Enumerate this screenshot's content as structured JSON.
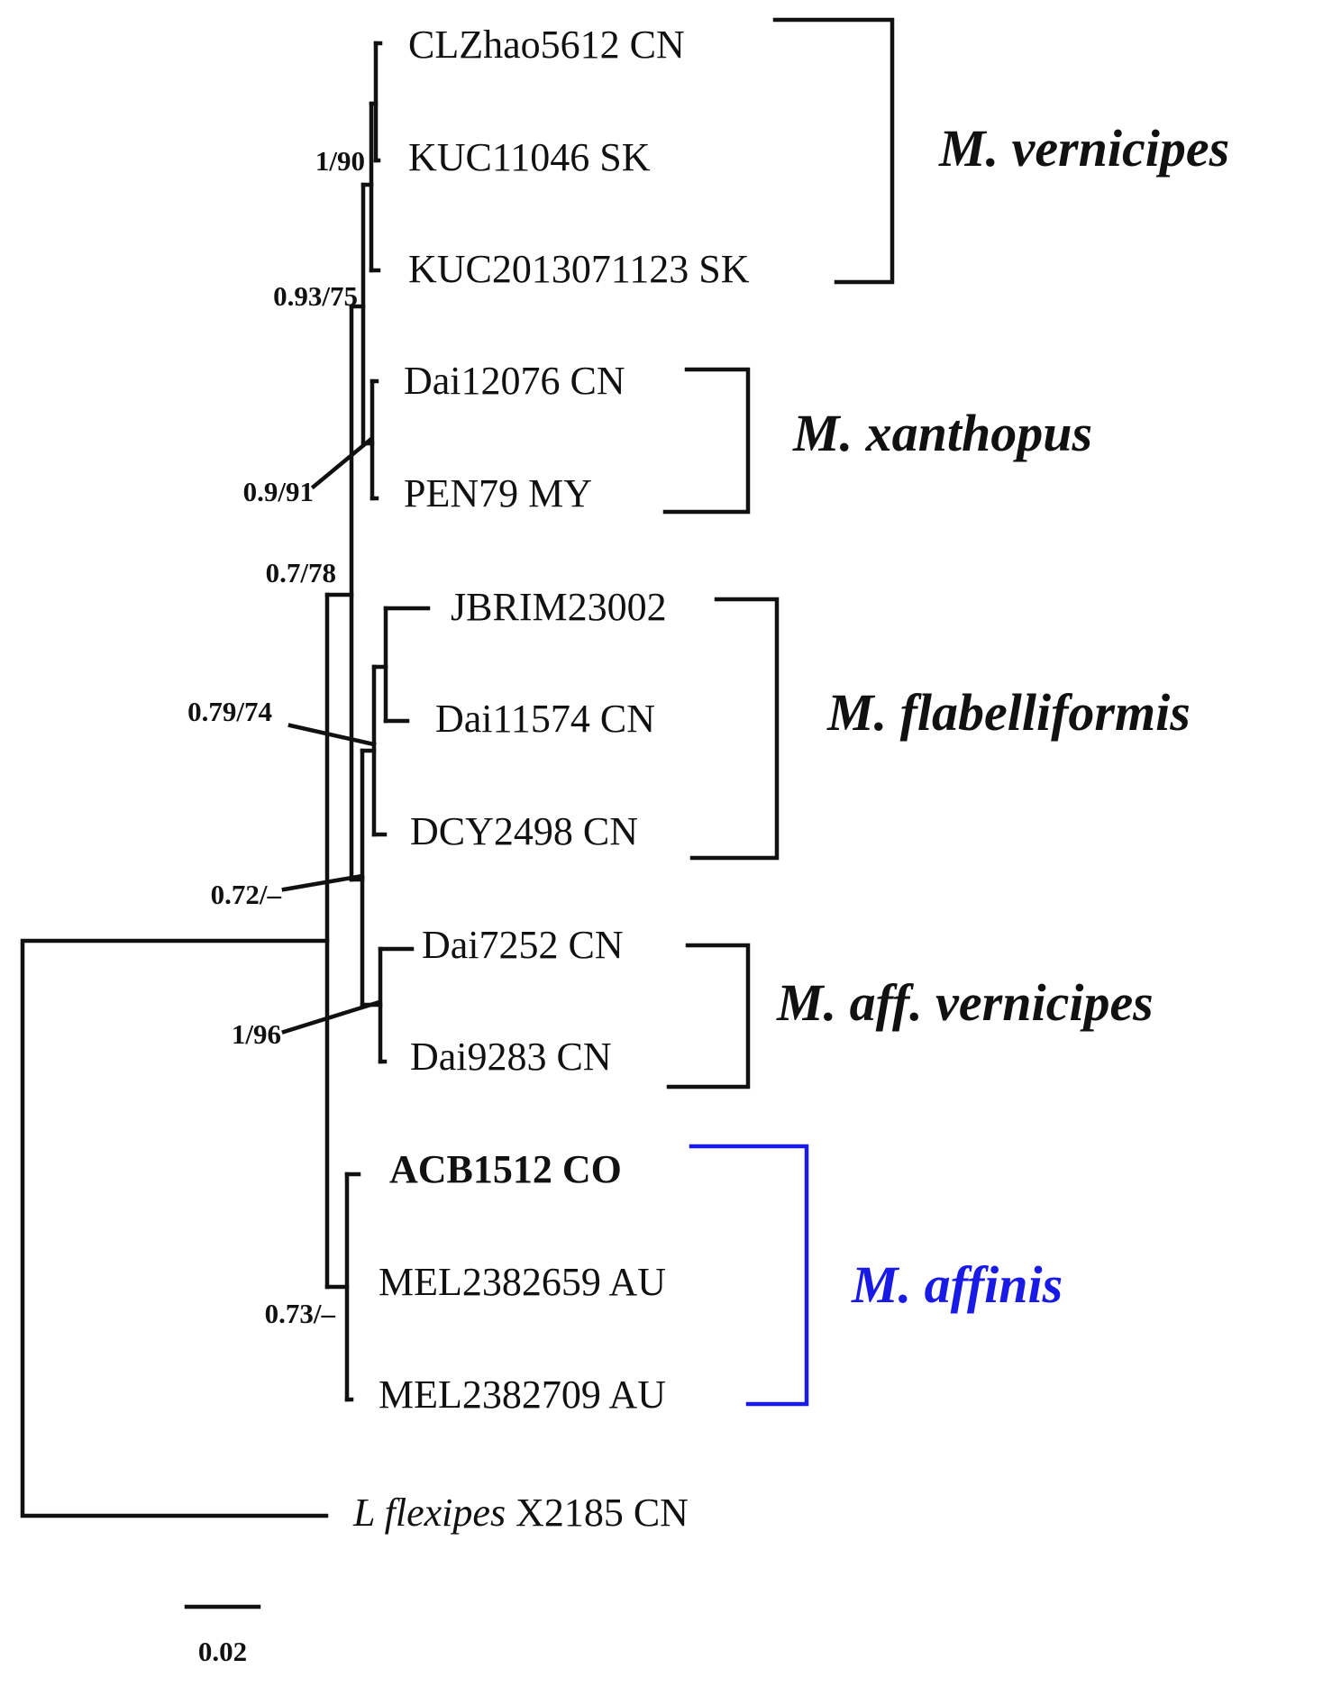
{
  "colors": {
    "branch": "#111111",
    "highlight": "#1a1ae6"
  },
  "taxa": {
    "clzhao5612": "CLZhao5612 CN",
    "kuc11046": "KUC11046 SK",
    "kuc2013071123": "KUC2013071123 SK",
    "dai12076": "Dai12076 CN",
    "pen79": "PEN79 MY",
    "jbrim23002": "JBRIM23002",
    "dai11574": "Dai11574 CN",
    "dcy2498": "DCY2498 CN",
    "dai7252": "Dai7252 CN",
    "dai9283": "Dai9283 CN",
    "acb1512": "ACB1512 CO",
    "mel2382659": "MEL2382659 AU",
    "mel2382709": "MEL2382709 AU",
    "outgroup_genus": "L flexipes",
    "outgroup_code": " X2185 CN"
  },
  "support": {
    "vernicipes": "1/90",
    "vernicipes_xanthopus": "0.93/75",
    "xanthopus": "0.9/91",
    "upper_group": "0.7/78",
    "flabelliformis": "0.79/74",
    "flab_aff": "0.72/–",
    "aff_vernicipes": "1/96",
    "affinis": "0.73/–"
  },
  "clades": {
    "vernicipes": "M. vernicipes",
    "xanthopus": "M. xanthopus",
    "flabelliformis": "M. flabelliformis",
    "aff_vernicipes": "M. aff. vernicipes",
    "affinis": "M. affinis"
  },
  "scale_bar": {
    "label": "0.02"
  }
}
